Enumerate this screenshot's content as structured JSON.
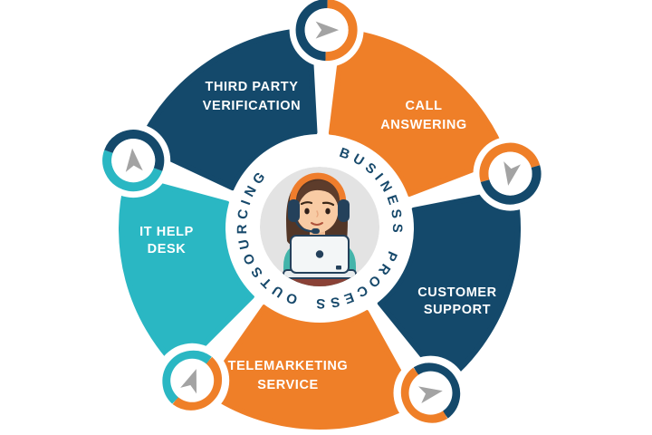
{
  "diagram": {
    "type": "circular-process-wheel",
    "center": {
      "ring_text": "BUSINESS PROCESS OUTSOURCING",
      "avatar_icon": "support-agent-icon"
    },
    "segments": [
      {
        "id": "third-party-verification",
        "label_lines": [
          "THIRD PARTY",
          "VERIFICATION"
        ],
        "color": "#14496b"
      },
      {
        "id": "call-answering",
        "label_lines": [
          "CALL",
          "ANSWERING"
        ],
        "color": "#ef7f28"
      },
      {
        "id": "customer-support",
        "label_lines": [
          "CUSTOMER",
          "SUPPORT"
        ],
        "color": "#14496b"
      },
      {
        "id": "telemarketing-service",
        "label_lines": [
          "TELEMARKETING",
          "SERVICE"
        ],
        "color": "#ef7f28"
      },
      {
        "id": "it-help-desk",
        "label_lines": [
          "IT HELP",
          "DESK"
        ],
        "color": "#2ab7c3"
      }
    ],
    "connector_icon": "cursor-arrow-icon",
    "colors": {
      "navy": "#14496b",
      "orange": "#ef7f28",
      "teal": "#2ab7c3",
      "label_text": "#ffffff",
      "ring_text": "#17496b",
      "arrow": "#a3a3a3",
      "center_circle_bg": "#e3e3e3",
      "background": "#ffffff"
    }
  }
}
